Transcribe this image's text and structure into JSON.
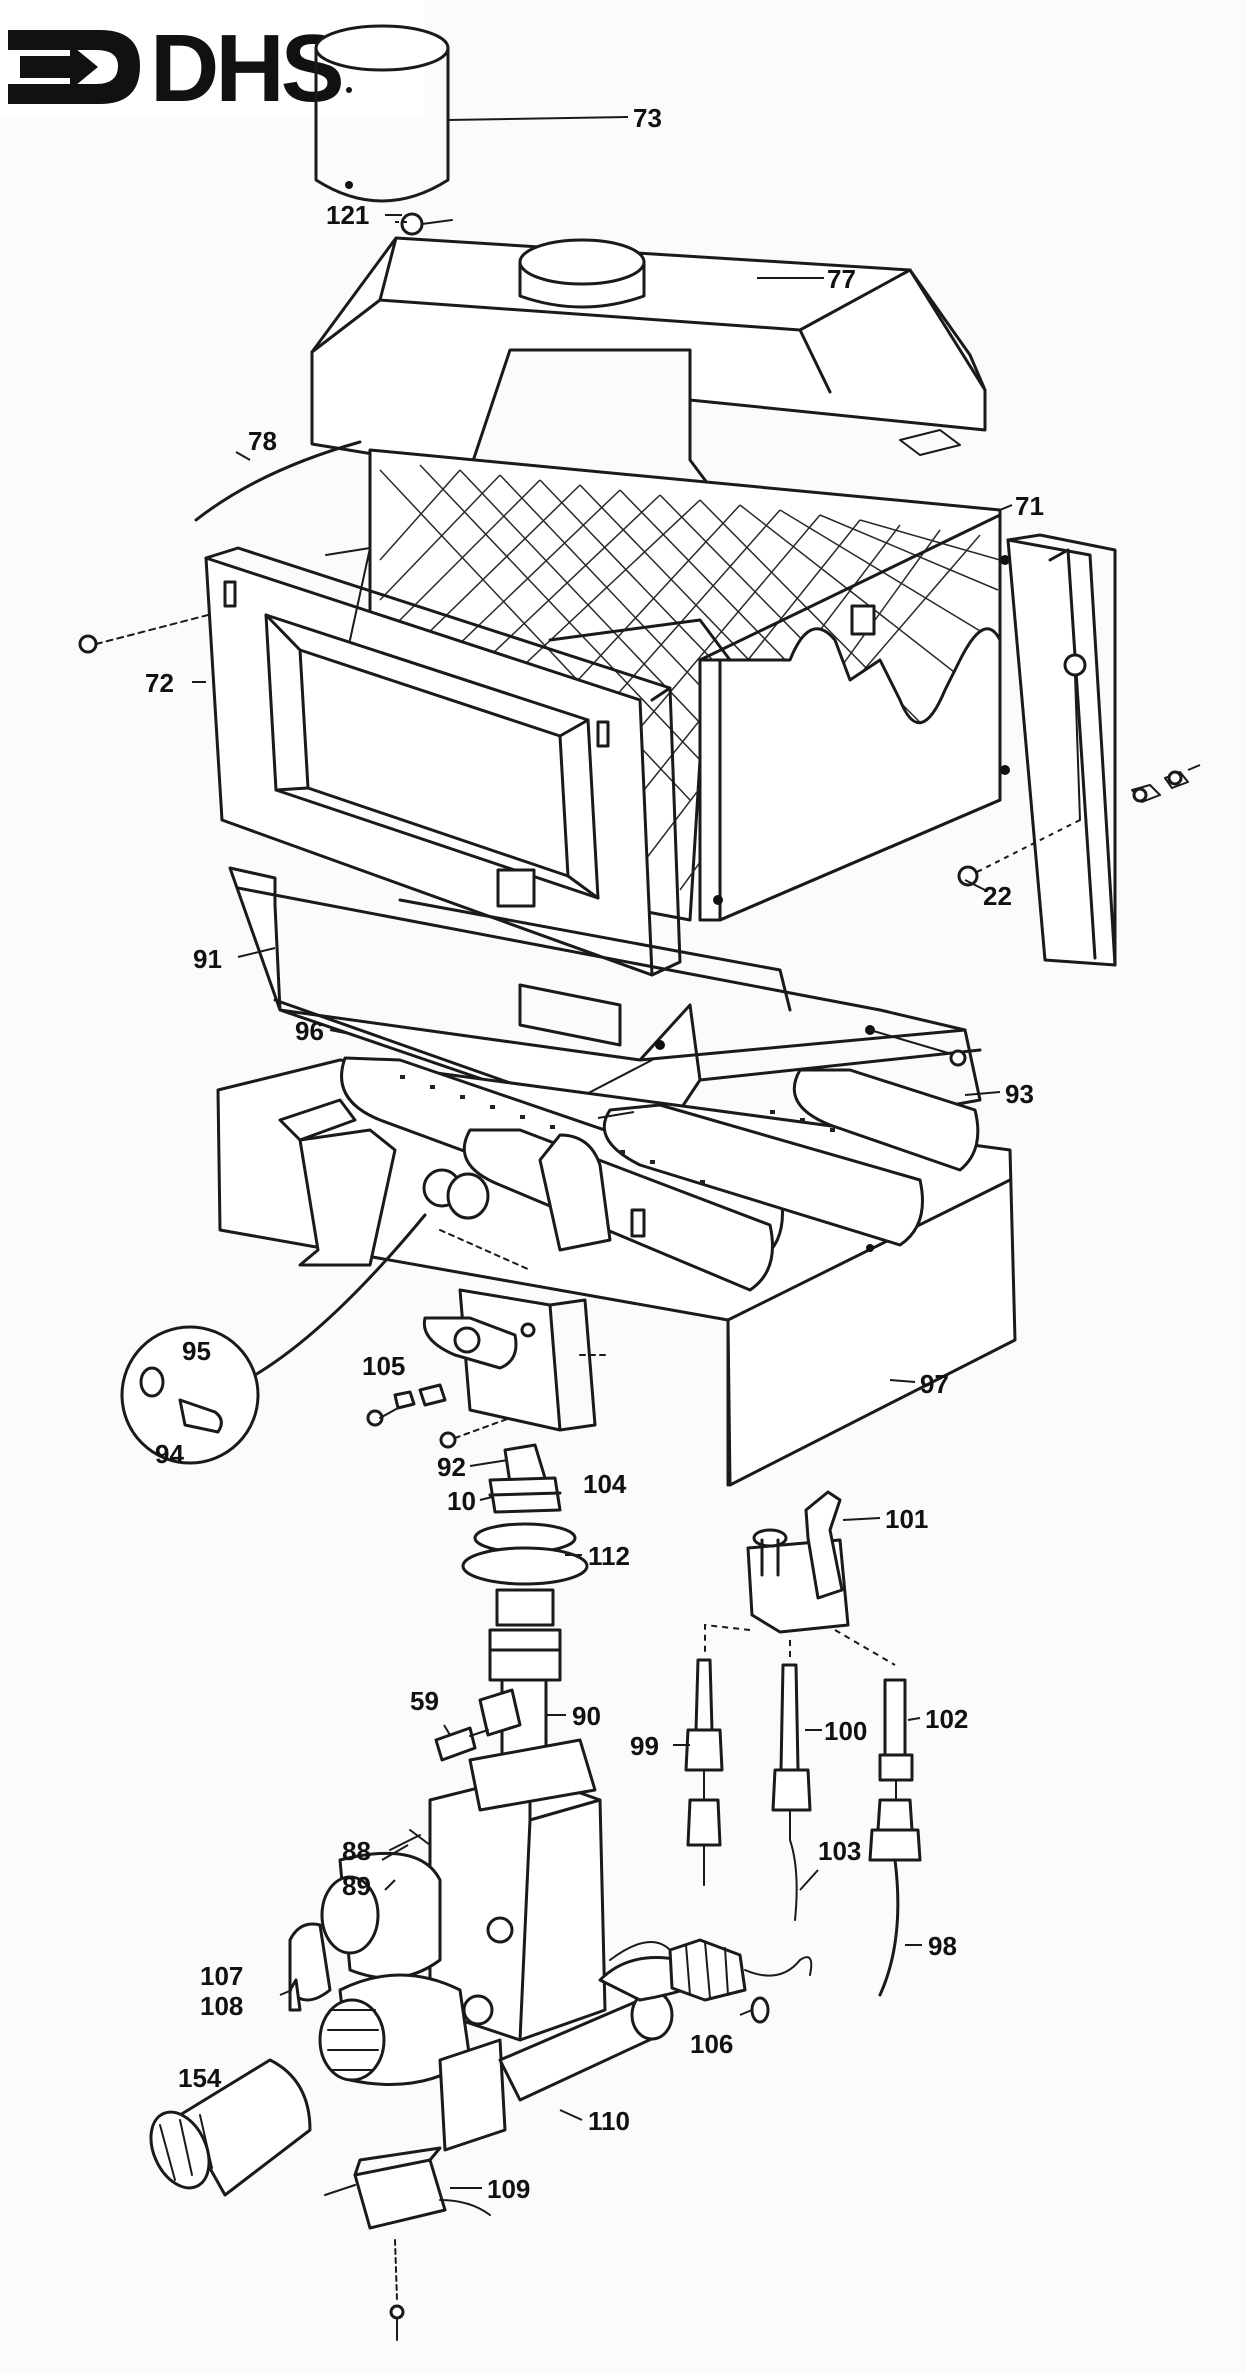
{
  "logo": {
    "text": "DHS",
    "color": "#111111"
  },
  "callouts": [
    {
      "id": "c73",
      "label": "73"
    },
    {
      "id": "c121",
      "label": "121"
    },
    {
      "id": "c77",
      "label": "77"
    },
    {
      "id": "c78",
      "label": "78"
    },
    {
      "id": "c71",
      "label": "71"
    },
    {
      "id": "c72",
      "label": "72"
    },
    {
      "id": "c22",
      "label": "22"
    },
    {
      "id": "c91",
      "label": "91"
    },
    {
      "id": "c96",
      "label": "96"
    },
    {
      "id": "c93",
      "label": "93"
    },
    {
      "id": "c95",
      "label": "95"
    },
    {
      "id": "c94",
      "label": "94"
    },
    {
      "id": "c105",
      "label": "105"
    },
    {
      "id": "c97",
      "label": "97"
    },
    {
      "id": "c92",
      "label": "92"
    },
    {
      "id": "c104",
      "label": "104"
    },
    {
      "id": "c10",
      "label": "10"
    },
    {
      "id": "c112",
      "label": "112"
    },
    {
      "id": "c101",
      "label": "101"
    },
    {
      "id": "c59",
      "label": "59"
    },
    {
      "id": "c90",
      "label": "90"
    },
    {
      "id": "c99",
      "label": "99"
    },
    {
      "id": "c100",
      "label": "100"
    },
    {
      "id": "c102",
      "label": "102"
    },
    {
      "id": "c103",
      "label": "103"
    },
    {
      "id": "c88",
      "label": "88"
    },
    {
      "id": "c89",
      "label": "89"
    },
    {
      "id": "c98",
      "label": "98"
    },
    {
      "id": "c107",
      "label": "107"
    },
    {
      "id": "c108",
      "label": "108"
    },
    {
      "id": "c106",
      "label": "106"
    },
    {
      "id": "c154",
      "label": "154"
    },
    {
      "id": "c110",
      "label": "110"
    },
    {
      "id": "c109",
      "label": "109"
    }
  ]
}
